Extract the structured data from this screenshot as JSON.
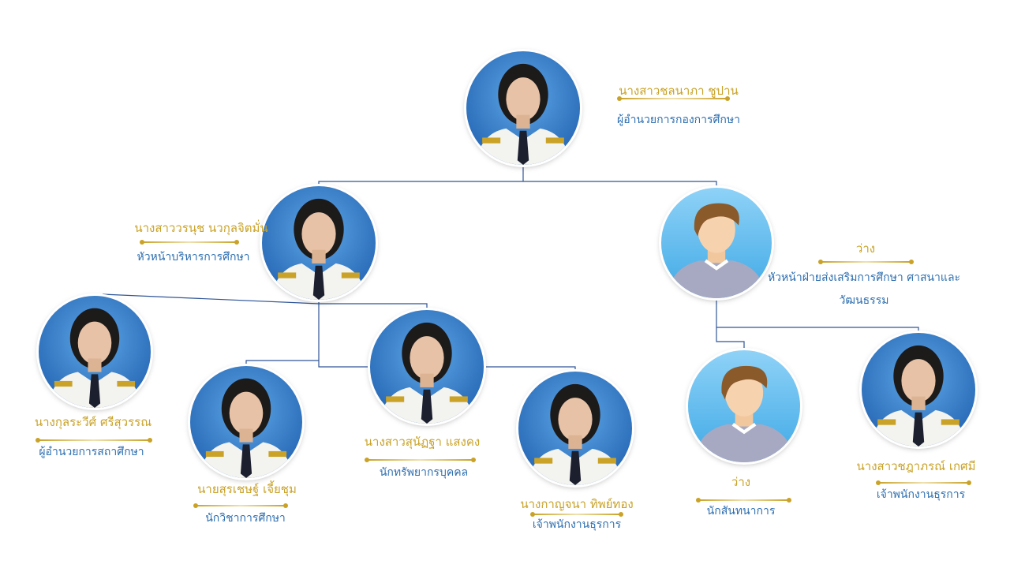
{
  "colors": {
    "name": "#c9a227",
    "title": "#2e6fb0",
    "line": "#2f5597"
  },
  "top": {
    "name": "นางสาวชลนาภา ชูปาน",
    "title": "ผู้อำนวยการกองการศึกษา",
    "photo": "portrait-photo"
  },
  "mid_left": {
    "name": "นางสาววรนุช นวกุลจิตมั่น",
    "title": "หัวหน้าบริหารการศึกษา",
    "photo": "portrait-photo"
  },
  "mid_right": {
    "name": "ว่าง",
    "title_line1": "หัวหน้าฝ่ายส่งเสริมการศึกษา ศาสนาและ",
    "title_line2": "วัฒนธรรม",
    "photo": "placeholder-avatar"
  },
  "l1": {
    "name": "นางกุลระวีศ์ ศรีสุวรรณ",
    "title": "ผู้อำนวยการสถาศึกษา",
    "photo": "portrait-photo"
  },
  "l2": {
    "name": "นายสุรเชษฐ์ เจี้ยชุม",
    "title": "นักวิชาการศึกษา",
    "photo": "portrait-photo"
  },
  "l3": {
    "name": "นางสาวสุนัฏฐา แสงคง",
    "title": "นักทรัพยากรบุคคล",
    "photo": "portrait-photo"
  },
  "l4": {
    "name": "นางกาญจนา ทิพย์ทอง",
    "title": "เจ้าพนักงานธุรการ",
    "photo": "portrait-photo"
  },
  "r1": {
    "name": "ว่าง",
    "title": "นักสันทนาการ",
    "photo": "placeholder-avatar"
  },
  "r2": {
    "name": "นางสาวชฎาภรณ์ เกศมี",
    "title": "เจ้าพนักงานธุรการ",
    "photo": "portrait-photo"
  }
}
